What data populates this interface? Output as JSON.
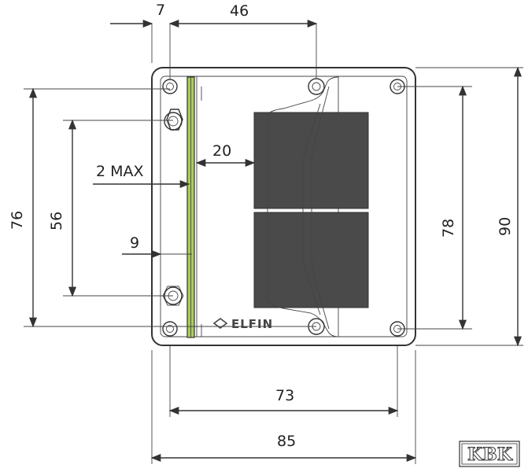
{
  "dimensions": {
    "top_left": "7",
    "top_mid": "46",
    "gap": "20",
    "thickness": "2 MAX",
    "offset": "9",
    "left_outer": "76",
    "left_inner": "56",
    "right_inner": "78",
    "right_outer": "90",
    "bottom_inner": "73",
    "bottom_outer": "85"
  },
  "brand": {
    "name": "ELFIN"
  },
  "watermark": {
    "text": "KBK"
  },
  "colors": {
    "line": "#333333",
    "terminal_block": "#4a4a4a",
    "din_rail_green": "#a8cf5a"
  }
}
